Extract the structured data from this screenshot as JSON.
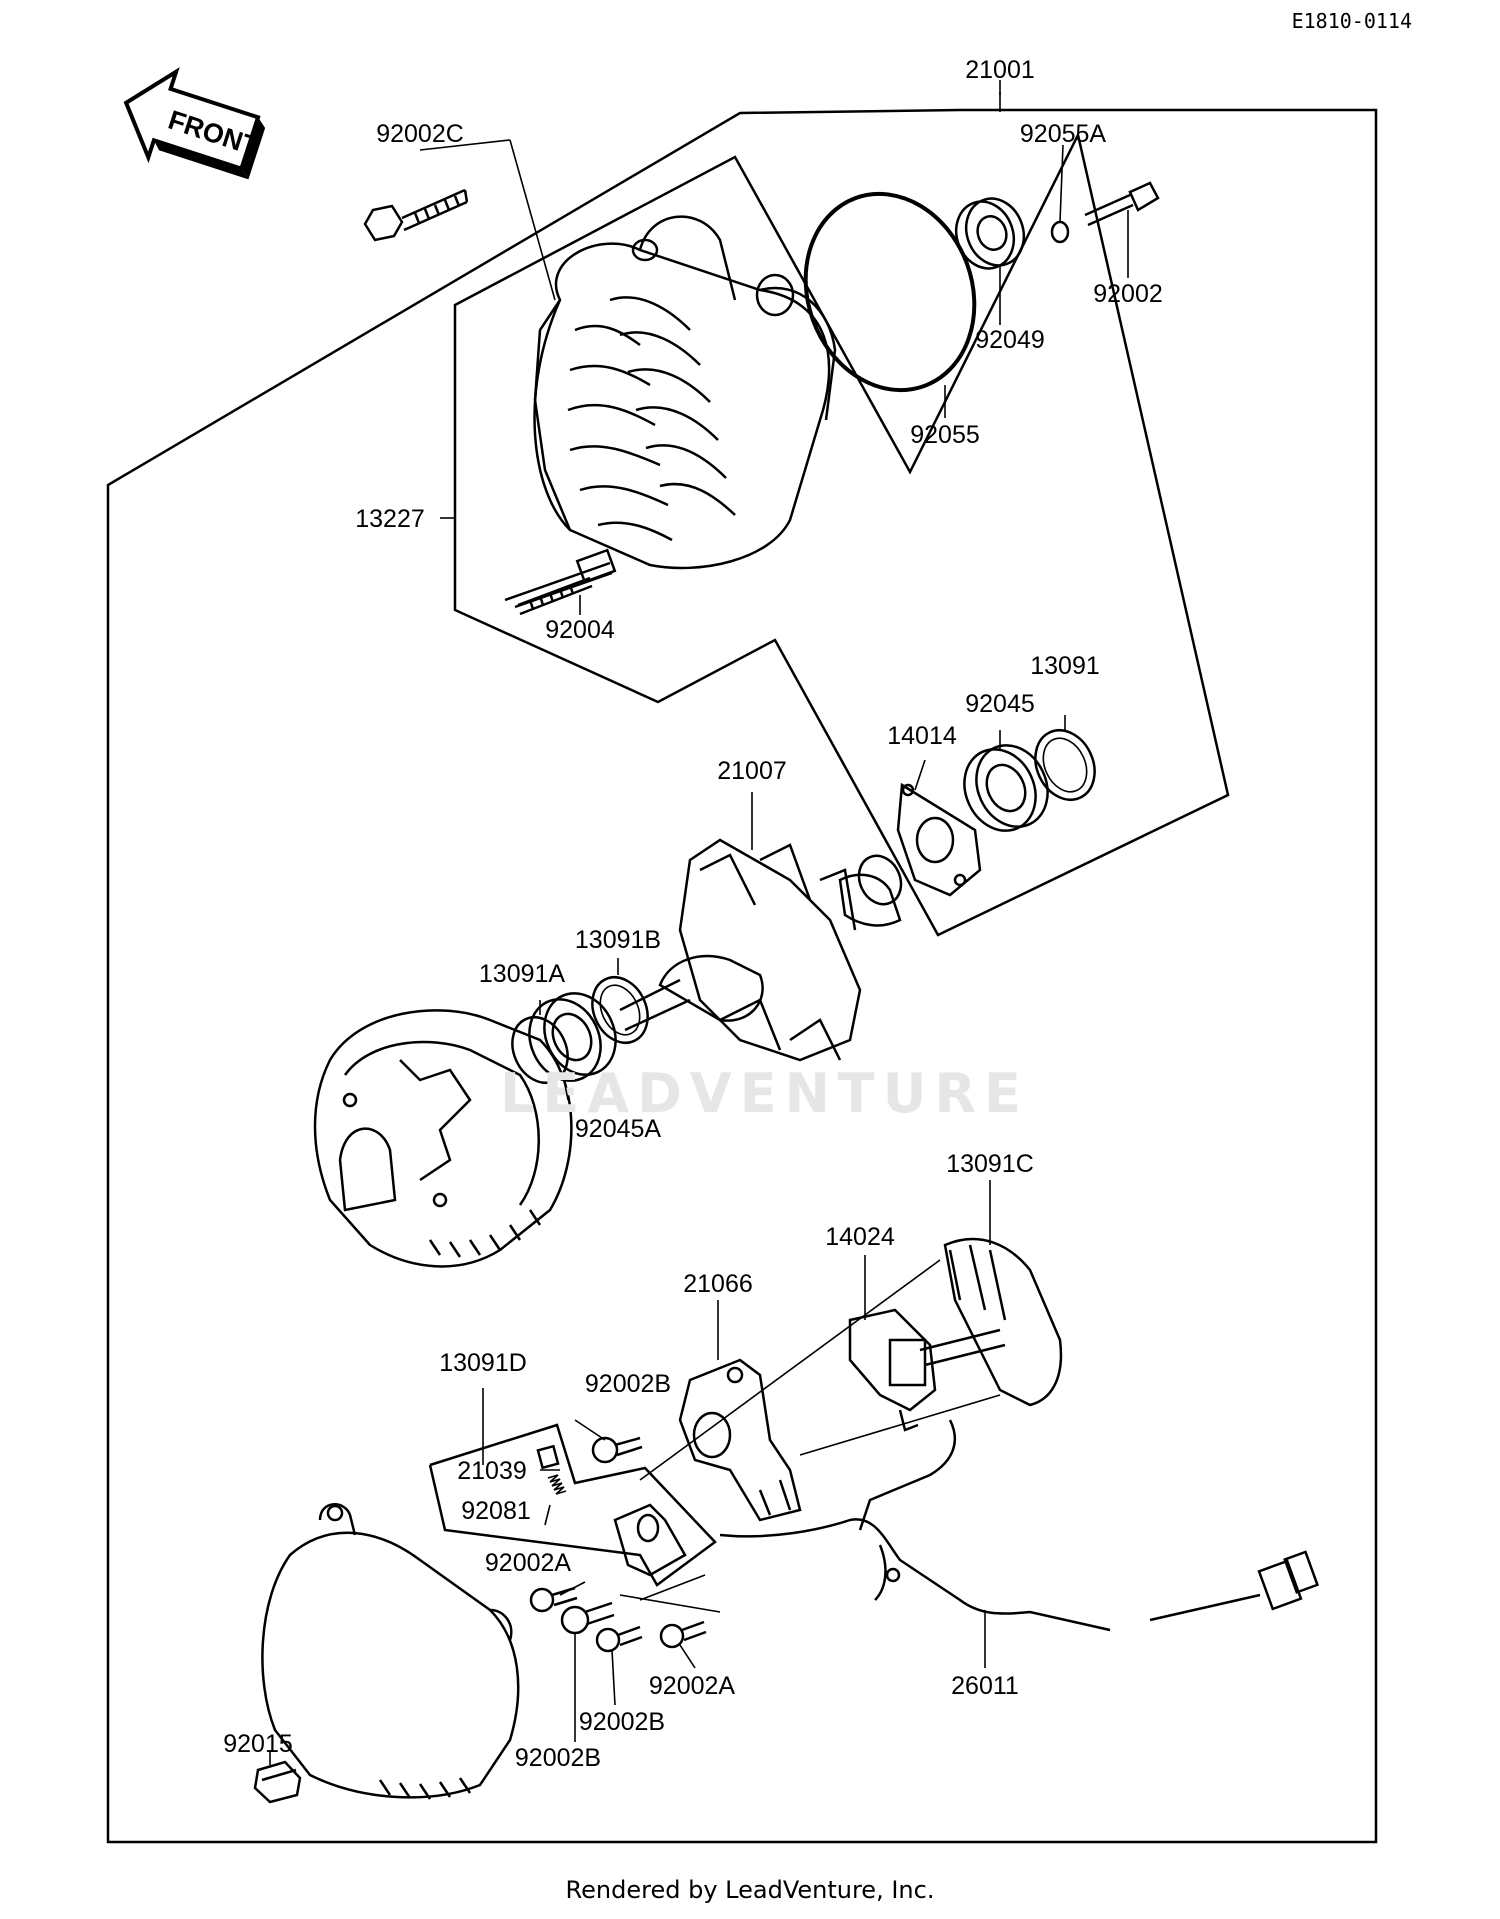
{
  "diagram_id": "E1810-0114",
  "front_label": "FRONT",
  "watermark": "LEADVENTURE",
  "footer": "Rendered by LeadVenture, Inc.",
  "parts": {
    "p21001": "21001",
    "p92002C": "92002C",
    "p92055A": "92055A",
    "p92002": "92002",
    "p92049": "92049",
    "p92055": "92055",
    "p13227": "13227",
    "p92004": "92004",
    "p13091": "13091",
    "p92045": "92045",
    "p14014": "14014",
    "p21007": "21007",
    "p13091B": "13091B",
    "p13091A": "13091A",
    "p92045A": "92045A",
    "p13091C": "13091C",
    "p14024": "14024",
    "p21066": "21066",
    "p13091D": "13091D",
    "p92002B_a": "92002B",
    "p21039": "21039",
    "p92081": "92081",
    "p92002A_a": "92002A",
    "p92002A_b": "92002A",
    "p92002B_b": "92002B",
    "p92002B_c": "92002B",
    "p26011": "26011",
    "p92015": "92015"
  }
}
